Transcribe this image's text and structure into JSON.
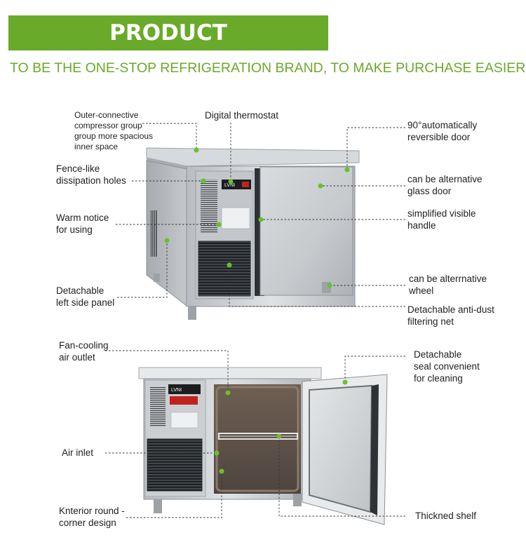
{
  "header": {
    "title": "PRODUCT INTERPRETATION",
    "subtitle": "TO BE THE ONE-STOP REFRIGERATION BRAND, TO MAKE PURCHASE EASIER."
  },
  "colors": {
    "brand_green": "#6aaa2a",
    "dot_green": "#6abf2e",
    "steel": "#c9cdd1"
  },
  "product_top": {
    "thermostat_brand": "LVNI",
    "labels": {
      "outer_compressor": "Outer-connective\ncompressor group\ngroup more spacious\ninner space",
      "digital_thermostat": "Digital thermostat",
      "auto_door": "90°automatically\nreversible door",
      "fence_holes": "Fence-like\ndissipation holes",
      "glass_door": "can be alternative\nglass door",
      "warm_notice": "Warm notice\nfor using",
      "handle": "simplified visible\nhandle",
      "wheel": "can be alterrnative\nwheel",
      "left_panel": "Detachable\nleft side panel",
      "dust_net": "Detachable anti-dust\nfiltering net"
    }
  },
  "product_bottom": {
    "thermostat_brand": "LVNI",
    "labels": {
      "fan_outlet": "Fan-cooling\nair outlet",
      "seal": "Detachable\nseal convenient\nfor cleaning",
      "air_inlet": "Air inlet",
      "round_corner": "Knterior round -\ncorner design",
      "shelf": "Thickned shelf"
    }
  }
}
